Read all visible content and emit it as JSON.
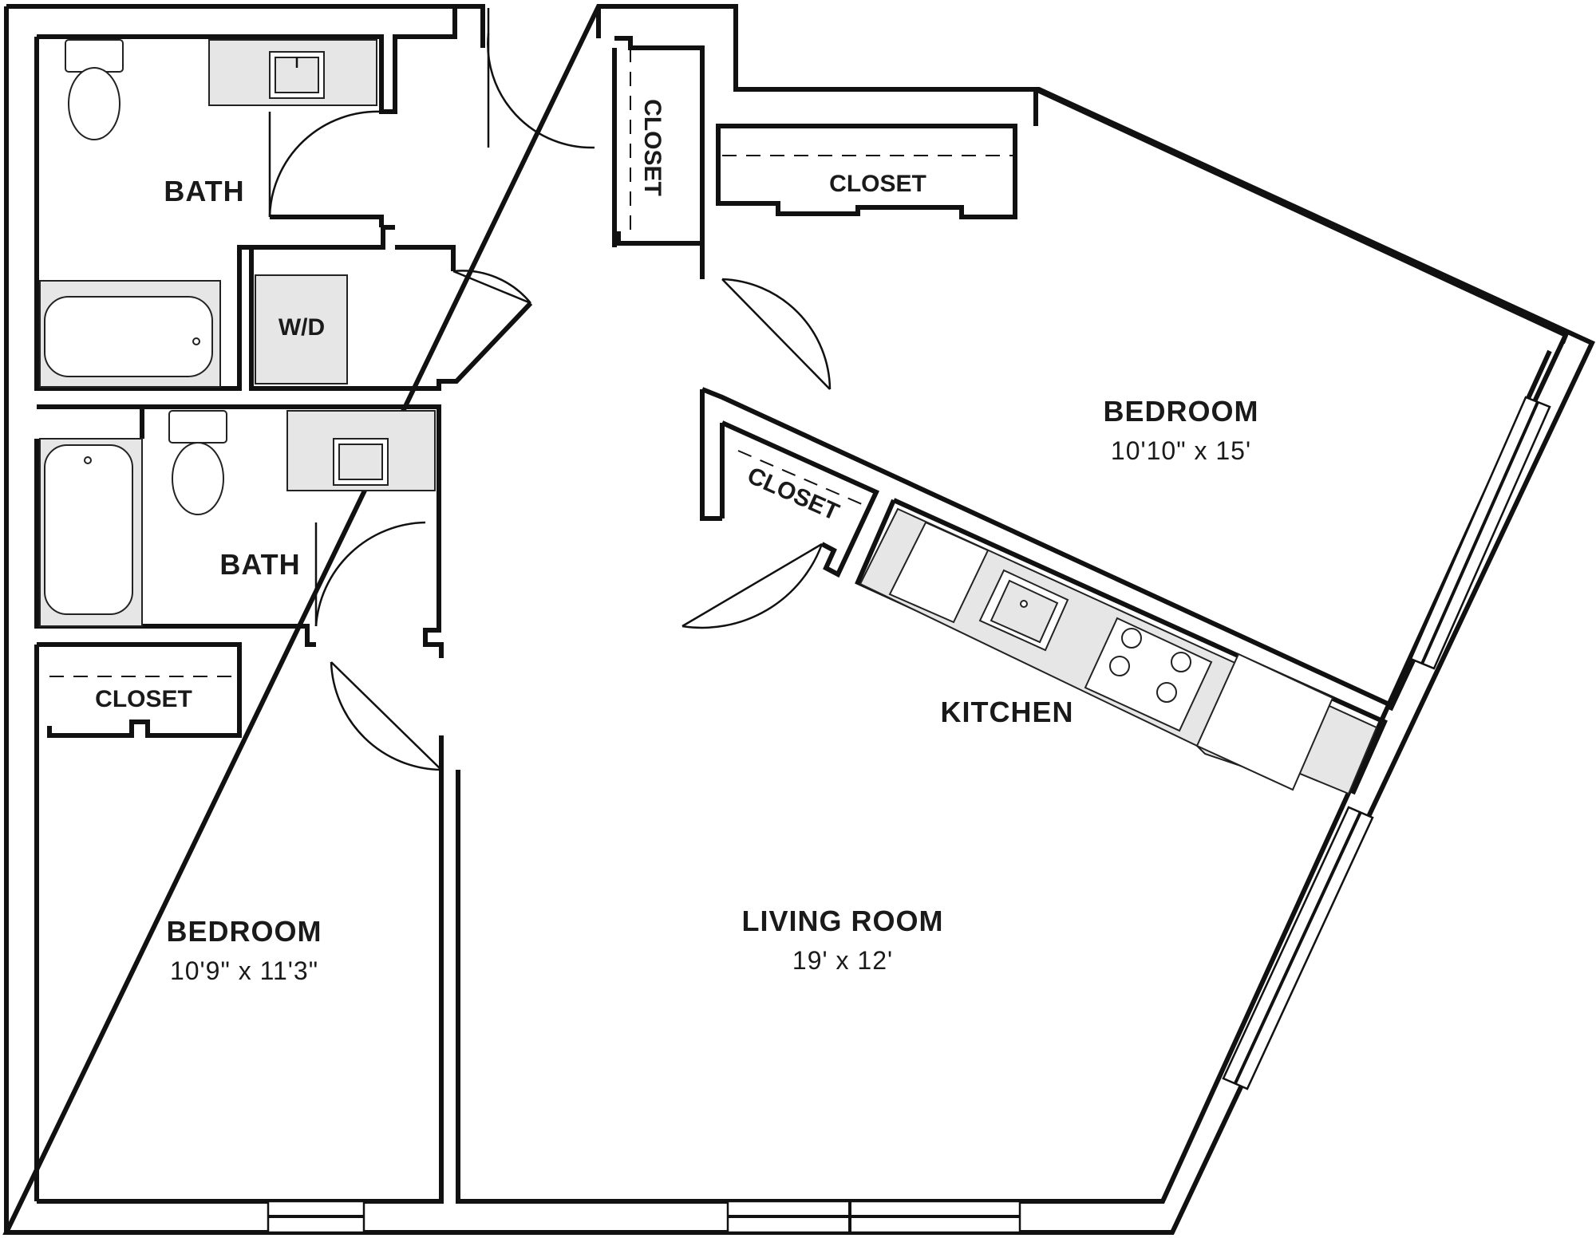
{
  "rooms": {
    "bath_upper": {
      "label": "BATH"
    },
    "bath_lower": {
      "label": "BATH"
    },
    "wd": {
      "label": "W/D"
    },
    "closet_vertical": {
      "label": "CLOSET"
    },
    "closet_top": {
      "label": "CLOSET"
    },
    "closet_angled": {
      "label": "CLOSET"
    },
    "closet_left": {
      "label": "CLOSET"
    },
    "bedroom_right": {
      "label": "BEDROOM",
      "dimensions": "10'10\" x 15'"
    },
    "bedroom_left": {
      "label": "BEDROOM",
      "dimensions": "10'9\" x 11'3\""
    },
    "kitchen": {
      "label": "KITCHEN"
    },
    "living_room": {
      "label": "LIVING ROOM",
      "dimensions": "19' x 12'"
    }
  },
  "colors": {
    "wall": "#111111",
    "fixture_fill": "#e6e6e6",
    "background": "#ffffff"
  }
}
